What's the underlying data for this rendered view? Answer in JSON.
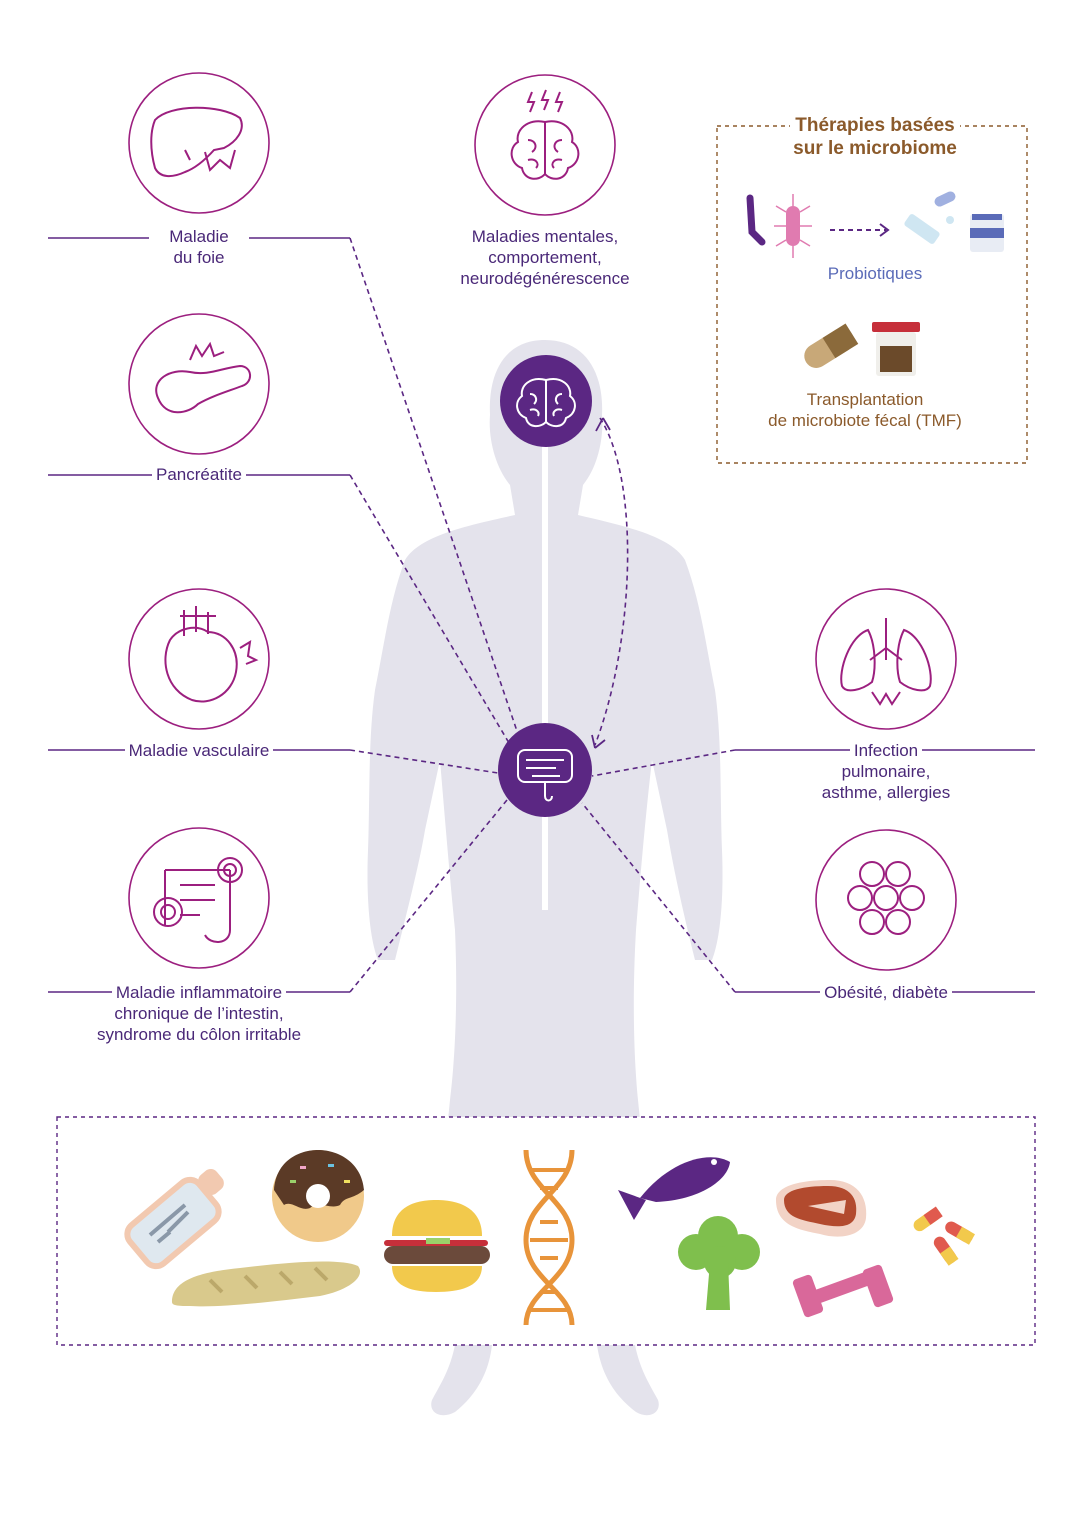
{
  "diseases": {
    "liver": [
      "Maladie",
      "du foie"
    ],
    "brain": [
      "Maladies mentales,",
      "comportement,",
      "neurodégénérescence"
    ],
    "pancreas": [
      "Pancréatite"
    ],
    "heart": [
      "Maladie vasculaire"
    ],
    "ibd": [
      "Maladie inflammatoire",
      "chronique de l’intestin,",
      "syndrome du côlon irritable"
    ],
    "lungs": [
      "Infection",
      "pulmonaire,",
      "asthme, allergies"
    ],
    "obesity": [
      "Obésité, diabète"
    ]
  },
  "therapies": {
    "title": [
      "Thérapies basées",
      "sur le microbiome"
    ],
    "probiotics": "Probiotiques",
    "fmt": [
      "Transplantation",
      "de microbiote fécal (TMF)"
    ]
  },
  "factors": [
    "baby-bottle-icon",
    "donut-icon",
    "baguette-icon",
    "burger-icon",
    "dna-icon",
    "fish-icon",
    "broccoli-icon",
    "steak-icon",
    "dumbbell-icon",
    "pills-icon"
  ],
  "colors": {
    "purple": "#5b2783",
    "magenta": "#9c1f7f",
    "silhouette": "#e4e3ec",
    "label": "#4a2878",
    "brown": "#8b5a2b",
    "probiotics": "#5a6bb8"
  }
}
